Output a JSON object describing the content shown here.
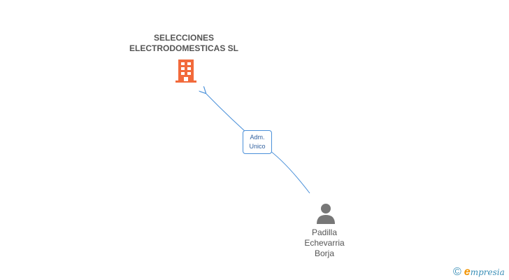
{
  "company": {
    "name_line1": "SELECCIONES",
    "name_line2": "ELECTRODOMESTICAS SL",
    "icon": "building-icon",
    "icon_color": "#f26a3b"
  },
  "relation": {
    "label_line1": "Adm.",
    "label_line2": "Unico",
    "edge_color": "#4a90d9"
  },
  "person": {
    "name_line1": "Padilla",
    "name_line2": "Echevarria",
    "name_line3": "Borja",
    "icon": "person-icon",
    "icon_color": "#777777"
  },
  "brand": {
    "copyright_symbol": "©",
    "logo_initial": "e",
    "logo_rest": "mpresia"
  }
}
